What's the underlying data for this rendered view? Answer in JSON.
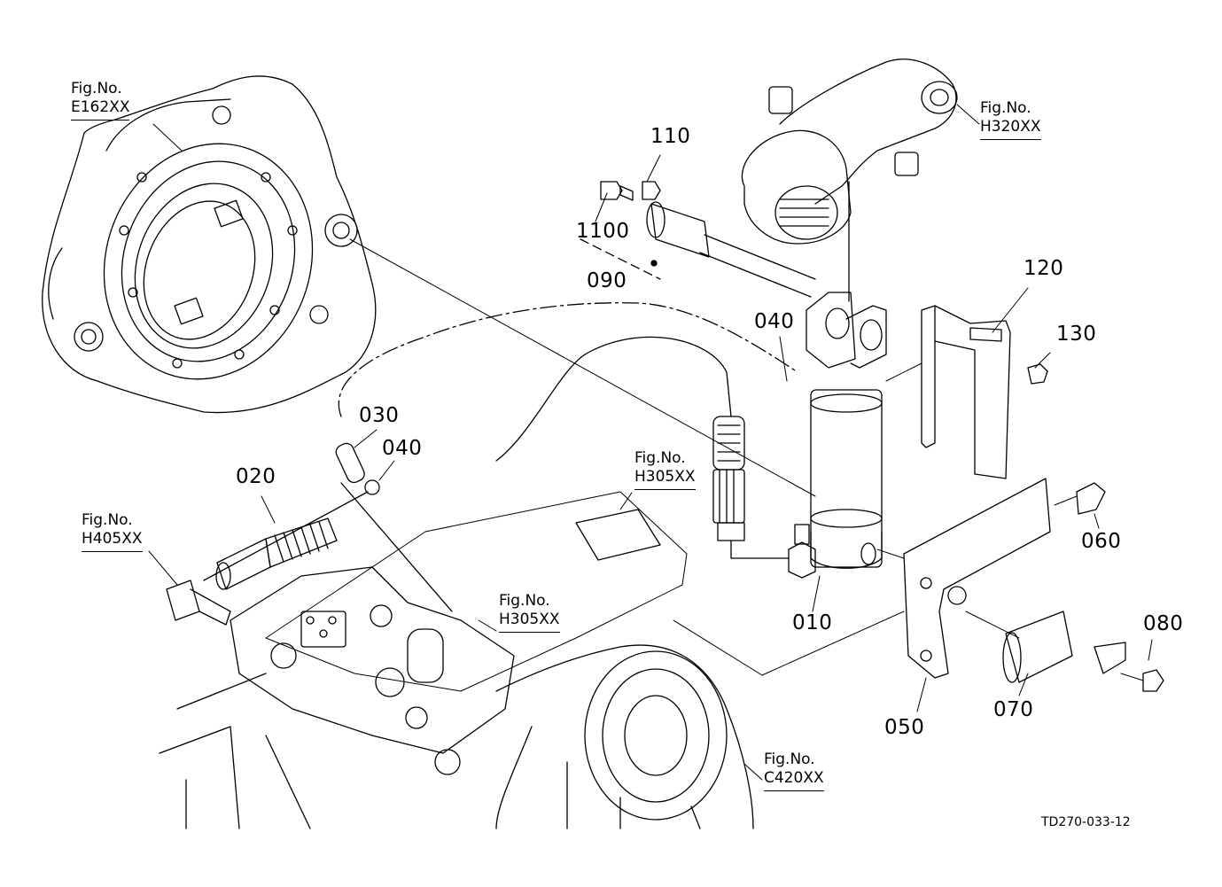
{
  "diagram": {
    "title": "Exploded parts diagram - hydraulic lift cylinder assembly",
    "drawing_number": "TD270-033-12",
    "figure_references": [
      {
        "id": "fig-e162",
        "prefix": "Fig.No.",
        "code": "E162XX"
      },
      {
        "id": "fig-h320",
        "prefix": "Fig.No.",
        "code": "H320XX"
      },
      {
        "id": "fig-h305-upper",
        "prefix": "Fig.No.",
        "code": "H305XX"
      },
      {
        "id": "fig-h405",
        "prefix": "Fig.No.",
        "code": "H405XX"
      },
      {
        "id": "fig-h305-lower",
        "prefix": "Fig.No.",
        "code": "H305XX"
      },
      {
        "id": "fig-c420",
        "prefix": "Fig.No.",
        "code": "C420XX"
      }
    ],
    "part_labels": [
      {
        "id": "p010",
        "text": "010"
      },
      {
        "id": "p020",
        "text": "020"
      },
      {
        "id": "p030",
        "text": "030"
      },
      {
        "id": "p040a",
        "text": "040"
      },
      {
        "id": "p040b",
        "text": "040"
      },
      {
        "id": "p050",
        "text": "050"
      },
      {
        "id": "p060",
        "text": "060"
      },
      {
        "id": "p070",
        "text": "070"
      },
      {
        "id": "p080",
        "text": "080"
      },
      {
        "id": "p090",
        "text": "090"
      },
      {
        "id": "p100",
        "text": "1100"
      },
      {
        "id": "p110",
        "text": "110"
      },
      {
        "id": "p120",
        "text": "120"
      },
      {
        "id": "p130",
        "text": "130"
      }
    ]
  }
}
